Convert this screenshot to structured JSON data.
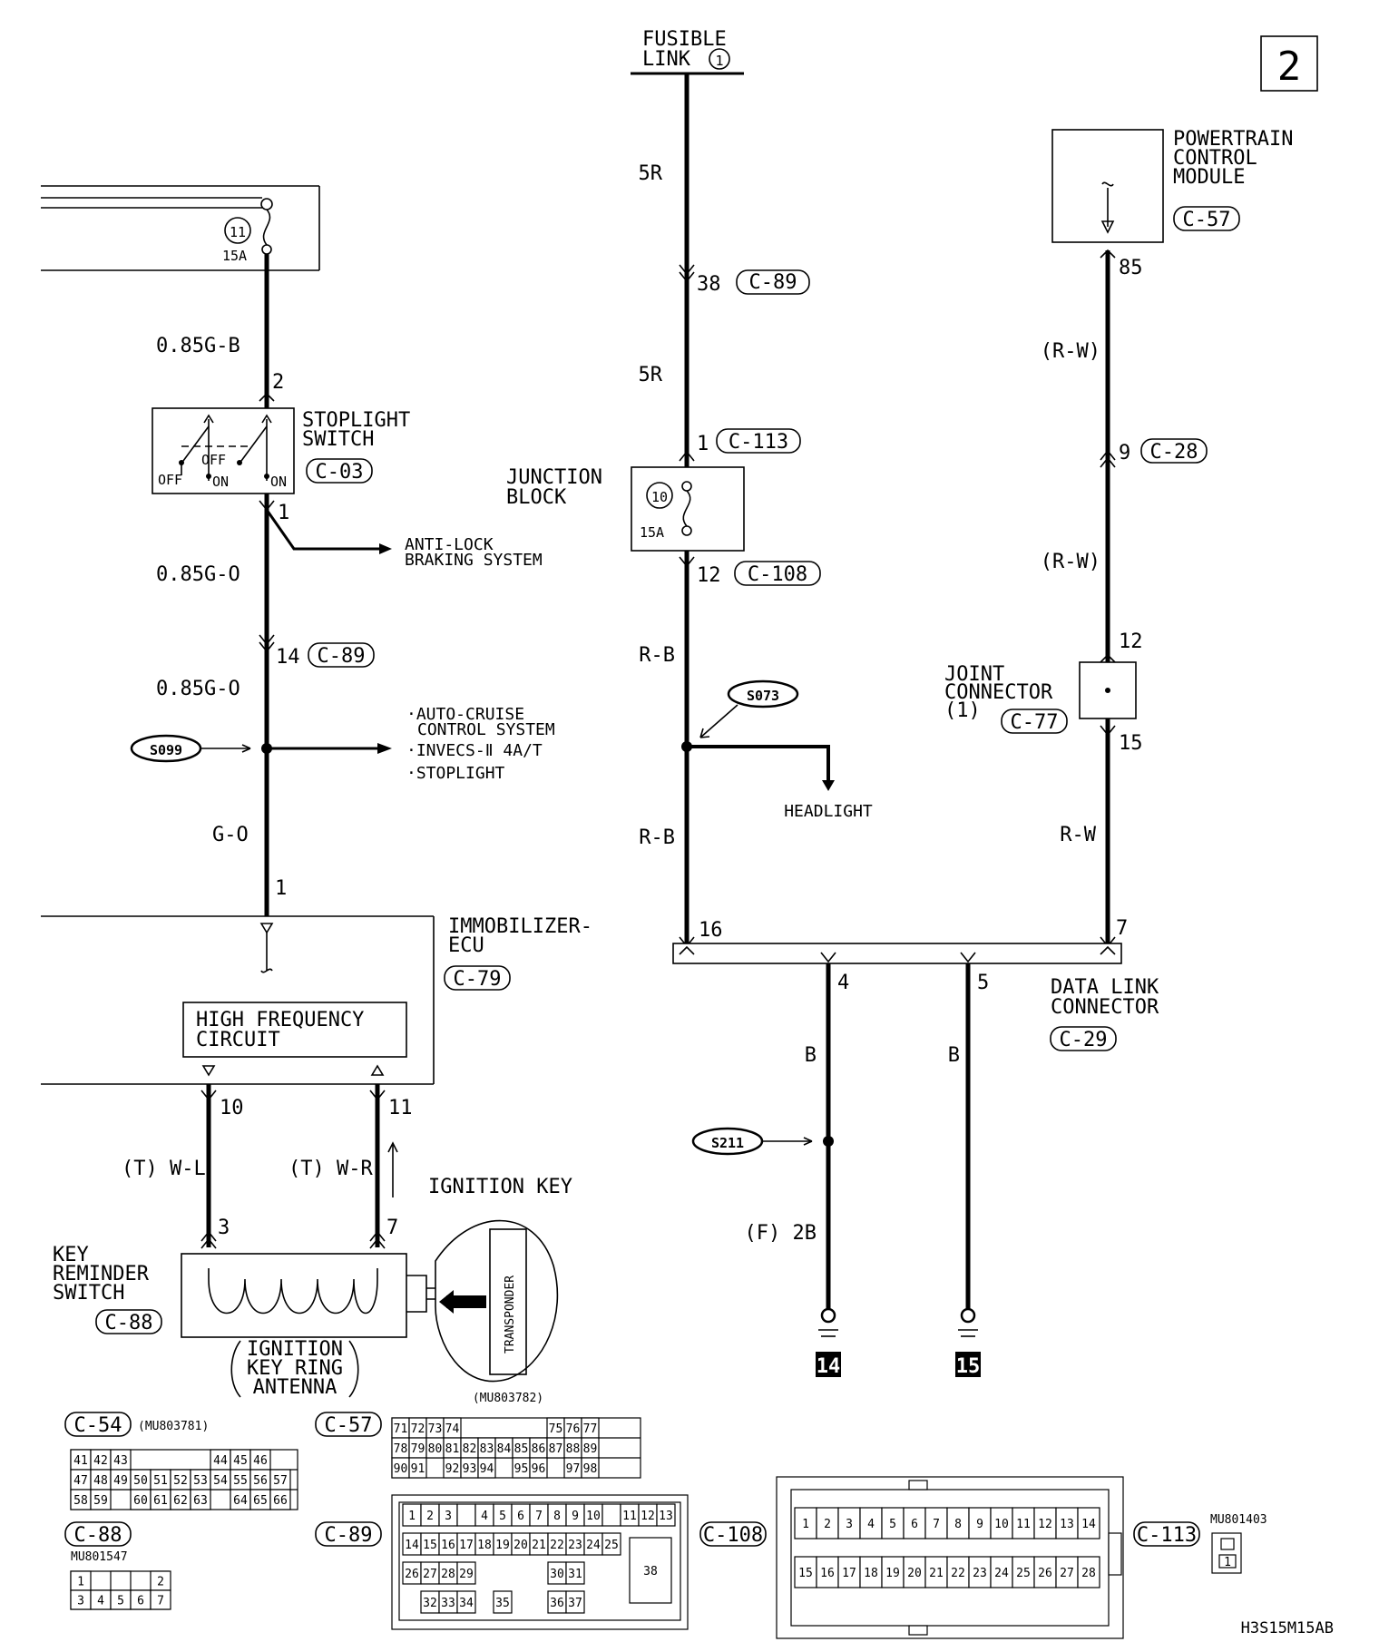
{
  "diagram_id": "2",
  "fusible_link": {
    "line1": "FUSIBLE",
    "line2": "LINK",
    "num": "1"
  },
  "pcm": {
    "line1": "POWERTRAIN",
    "line2": "CONTROL",
    "line3": "MODULE",
    "conn": "C-57",
    "pin": "85"
  },
  "fuse11": {
    "num": "11",
    "amp": "15A"
  },
  "fuse10": {
    "num": "10",
    "amp": "15A"
  },
  "wires": {
    "g_b": "0.85G-B",
    "g_o1": "0.85G-O",
    "g_o2": "0.85G-O",
    "g_o3": "G-O",
    "r5a": "5R",
    "r5b": "5R",
    "rb1": "R-B",
    "rb2": "R-B",
    "rw1": "(R-W)",
    "rw2": "(R-W)",
    "rw3": "R-W",
    "b1": "B",
    "b2": "B",
    "f2b": "(F) 2B",
    "twl": "(T) W-L",
    "twr": "(T) W-R"
  },
  "pins": {
    "p2": "2",
    "p1a": "1",
    "p14": "14",
    "p1b": "1",
    "p38": "38",
    "p1c": "1",
    "p12a": "12",
    "p9": "9",
    "p12b": "12",
    "p15": "15",
    "p16": "16",
    "p7a": "7",
    "p4": "4",
    "p5": "5",
    "p10": "10",
    "p11": "11",
    "p3": "3",
    "p7b": "7"
  },
  "conns": {
    "c03": "C-03",
    "c89a": "C-89",
    "c89b": "C-89",
    "c113": "C-113",
    "c108": "C-108",
    "c28": "C-28",
    "c77": "C-77",
    "c29": "C-29",
    "c79": "C-79",
    "c88": "C-88"
  },
  "stoplight": {
    "line1": "STOPLIGHT",
    "line2": "SWITCH",
    "off1": "OFF",
    "off2": "OFF",
    "on1": "ON",
    "on2": "ON"
  },
  "abs": {
    "line1": "ANTI-LOCK",
    "line2": "BRAKING SYSTEM"
  },
  "splices": {
    "s099": "S099",
    "s073": "S073",
    "s211": "S211"
  },
  "cruise": {
    "l1": "·AUTO-CRUISE",
    "l2": "CONTROL SYSTEM",
    "l3": "·INVECS-Ⅱ 4A/T",
    "l4": "·STOPLIGHT"
  },
  "junction": {
    "line1": "JUNCTION",
    "line2": "BLOCK"
  },
  "headlight": "HEADLIGHT",
  "joint": {
    "line1": "JOINT",
    "line2": "CONNECTOR",
    "line3": "(1)"
  },
  "dlc": {
    "line1": "DATA LINK",
    "line2": "CONNECTOR"
  },
  "immo": {
    "line1": "IMMOBILIZER-",
    "line2": "ECU"
  },
  "hf": {
    "line1": "HIGH FREQUENCY",
    "line2": "CIRCUIT"
  },
  "ign_key": "IGNITION KEY",
  "transponder": "TRANSPONDER",
  "key_rem": {
    "line1": "KEY",
    "line2": "REMINDER",
    "line3": "SWITCH"
  },
  "antenna": {
    "line1": "IGNITION",
    "line2": "KEY RING",
    "line3": "ANTENNA"
  },
  "grounds": {
    "g14": "14",
    "g15": "15"
  },
  "connector_views": {
    "c54": {
      "label": "C-54",
      "part": "(MU803781)"
    },
    "c57": {
      "label": "C-57",
      "part": "(MU803782)"
    },
    "c88": {
      "label": "C-88",
      "part": "MU801547"
    },
    "c89": {
      "label": "C-89"
    },
    "c108": {
      "label": "C-108"
    },
    "c113": {
      "label": "C-113",
      "part": "MU801403"
    }
  },
  "footer_code": "H3S15M15AB"
}
